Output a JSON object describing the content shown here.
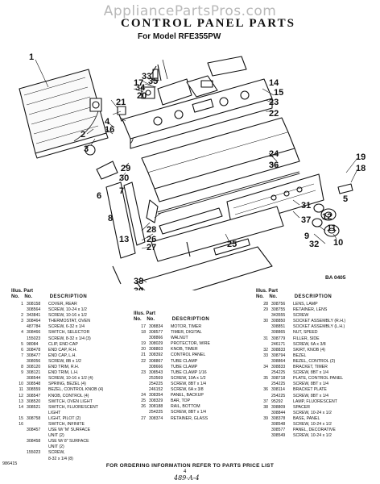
{
  "watermark": "AppliancePartsPros.com",
  "title": "CONTROL PANEL PARTS",
  "subtitle": "For Model RFE355PW",
  "figure_code": "BA 0405",
  "callouts": [
    "1",
    "2",
    "3",
    "4",
    "5",
    "6",
    "7",
    "8",
    "9",
    "10",
    "11",
    "12",
    "13",
    "14",
    "15",
    "16",
    "17",
    "18",
    "19",
    "20",
    "21",
    "22",
    "23",
    "24",
    "25",
    "26",
    "27",
    "28",
    "29",
    "30",
    "31",
    "32",
    "33",
    "34",
    "35",
    "36",
    "37",
    "38",
    "39"
  ],
  "table_header": {
    "illus": "Illus.",
    "part": "Part",
    "no": "No.",
    "description": "DESCRIPTION"
  },
  "parts_left": [
    {
      "n": "1",
      "p": "308158",
      "d": "COVER, REAR"
    },
    {
      "n": "",
      "p": "308564",
      "d": "SCREW, 10-24 x 1/2"
    },
    {
      "n": "2",
      "p": "343841",
      "d": "SCREW, 10-16 x 1/2"
    },
    {
      "n": "3",
      "p": "308464",
      "d": "THERMOSTAT, OVEN"
    },
    {
      "n": "",
      "p": "487784",
      "d": "SCREW, 6-32 x 1/4"
    },
    {
      "n": "4",
      "p": "308466",
      "d": "SWITCH, SELECTOR"
    },
    {
      "n": "",
      "p": "155023",
      "d": "SCREW, 8-32 x 1/4 (3)"
    },
    {
      "n": "5",
      "p": "98084",
      "d": "CLIP, END CAP"
    },
    {
      "n": "6",
      "p": "308478",
      "d": "END CAP, R.H."
    },
    {
      "n": "7",
      "p": "308477",
      "d": "END CAP, L.H."
    },
    {
      "n": "",
      "p": "308056",
      "d": "SCREW, 8B x 1/2"
    },
    {
      "n": "8",
      "p": "308120",
      "d": "END TRIM, R.H."
    },
    {
      "n": "9",
      "p": "308121",
      "d": "END TRIM, L.H."
    },
    {
      "n": "",
      "p": "308544",
      "d": "SCREW, 10-16 x 1/2 (4)"
    },
    {
      "n": "10",
      "p": "308548",
      "d": "SPRING, BEZEL (4)"
    },
    {
      "n": "11",
      "p": "308559",
      "d": "BEZEL, CONTROL KNOB (4)"
    },
    {
      "n": "12",
      "p": "308547",
      "d": "KNOB, CONTROL (4)"
    },
    {
      "n": "13",
      "p": "308520",
      "d": "SWITCH, OVEN LIGHT"
    },
    {
      "n": "14",
      "p": "308521",
      "d": "SWITCH, FLUORESCENT"
    },
    {
      "n": "",
      "p": "",
      "d": "LIGHT"
    },
    {
      "n": "15",
      "p": "308758",
      "d": "LIGHT, PILOT (2)"
    },
    {
      "n": "16",
      "p": "",
      "d": "SWITCH, INFINITE"
    },
    {
      "n": "",
      "p": "308457",
      "d": "USE W/ 'M' SURFACE"
    },
    {
      "n": "",
      "p": "",
      "d": "UNIT (2)"
    },
    {
      "n": "",
      "p": "308458",
      "d": "USE W/ 8\" SURFACE"
    },
    {
      "n": "",
      "p": "",
      "d": "UNIT (2)"
    },
    {
      "n": "",
      "p": "155023",
      "d": "SCREW,"
    },
    {
      "n": "",
      "p": "",
      "d": "8-32 x 1/4 (8)"
    }
  ],
  "parts_mid": [
    {
      "n": "17",
      "p": "308834",
      "d": "MOTOR, TIMER"
    },
    {
      "n": "18",
      "p": "308577",
      "d": "TIMER, DIGITAL"
    },
    {
      "n": "",
      "p": "308866",
      "d": "WALNUT"
    },
    {
      "n": "19",
      "p": "308029",
      "d": "PROTECTOR, WIRE"
    },
    {
      "n": "20",
      "p": "308803",
      "d": "KNOB, TIMER"
    },
    {
      "n": "21",
      "p": "308392",
      "d": "CONTROL PANEL"
    },
    {
      "n": "22",
      "p": "308867",
      "d": "TUBE CLAMP"
    },
    {
      "n": "",
      "p": "308666",
      "d": "TUBE CLAMP"
    },
    {
      "n": "23",
      "p": "308543",
      "d": "TUBE CLAMP 1/16"
    },
    {
      "n": "",
      "p": "253569",
      "d": "SCREW, 10A x 1/2"
    },
    {
      "n": "",
      "p": "254225",
      "d": "SCREW, 8BT x 1/4"
    },
    {
      "n": "",
      "p": "246152",
      "d": "SCREW, 6A x 3/8"
    },
    {
      "n": "24",
      "p": "308354",
      "d": "PANEL, BACKUP"
    },
    {
      "n": "25",
      "p": "308329",
      "d": "BAR, TOP"
    },
    {
      "n": "26",
      "p": "308188",
      "d": "RAIL, BOTTOM"
    },
    {
      "n": "",
      "p": "254225",
      "d": "SCREW, 8BT x 1/4"
    },
    {
      "n": "27",
      "p": "308374",
      "d": "RETAINER, GLASS"
    }
  ],
  "parts_right": [
    {
      "n": "28",
      "p": "308756",
      "d": "LENS, LAMP"
    },
    {
      "n": "29",
      "p": "308755",
      "d": "RETAINER, LENS"
    },
    {
      "n": "",
      "p": "343555",
      "d": "SCREW"
    },
    {
      "n": "30",
      "p": "308850",
      "d": "SOCKET ASSEMBLY (R.H.)"
    },
    {
      "n": "",
      "p": "308851",
      "d": "SOCKET ASSEMBLY (L.H.)"
    },
    {
      "n": "",
      "p": "308865",
      "d": "NUT, SPEED"
    },
    {
      "n": "31",
      "p": "308779",
      "d": "FILLER, SIDE"
    },
    {
      "n": "",
      "p": "246171",
      "d": "SCREW, 6A x 3/8"
    },
    {
      "n": "32",
      "p": "308833",
      "d": "SKIRT, KNOB (4)"
    },
    {
      "n": "33",
      "p": "308794",
      "d": "BEZEL"
    },
    {
      "n": "",
      "p": "308864",
      "d": "BEZEL, CONTROL (2)"
    },
    {
      "n": "34",
      "p": "308833",
      "d": "BRACKET, TIMER"
    },
    {
      "n": "",
      "p": "254225",
      "d": "SCREW, 8BT x 1/4"
    },
    {
      "n": "35",
      "p": "308718",
      "d": "PLATE, CONTROL PANEL"
    },
    {
      "n": "",
      "p": "254225",
      "d": "SCREW, 8BT x 1/4"
    },
    {
      "n": "36",
      "p": "308114",
      "d": "BRACKET PLATE"
    },
    {
      "n": "",
      "p": "254225",
      "d": "SCREW, 8BT x 1/4"
    },
    {
      "n": "37",
      "p": "95292",
      "d": "LAMP, FLUORESCENT"
    },
    {
      "n": "38",
      "p": "308809",
      "d": "SPACER"
    },
    {
      "n": "",
      "p": "308844",
      "d": "SCREW, 10-24 x 1/2"
    },
    {
      "n": "39",
      "p": "308378",
      "d": "BASE, PANEL"
    },
    {
      "n": "",
      "p": "308548",
      "d": "SCREW, 10-24 x 1/2"
    },
    {
      "n": "",
      "p": "308577",
      "d": "PANEL, DECORATIVE"
    },
    {
      "n": "",
      "p": "308549",
      "d": "SCREW, 10-24 x 1/2"
    }
  ],
  "footer_note": "FOR ORDERING INFORMATION REFER TO PARTS PRICE LIST",
  "page_code": "986415",
  "page_number": "4",
  "handwritten": "489-A-4"
}
